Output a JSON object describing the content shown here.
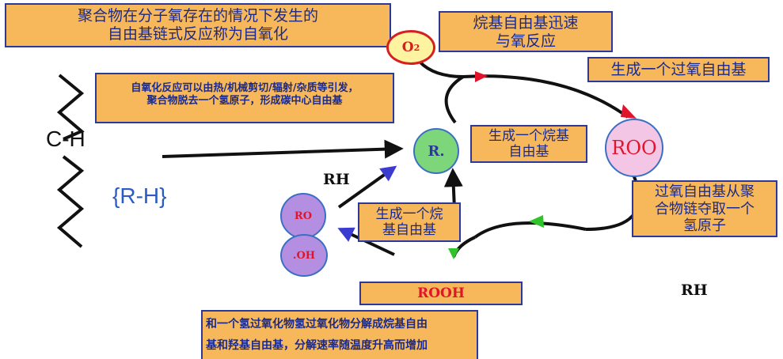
{
  "title_box": {
    "line1": "聚合物在分子氧存在的情况下发生的",
    "line2": "自由基链式反应称为自氧化"
  },
  "alkyl_o2_box": {
    "line1": "烷基自由基迅速",
    "line2": "与氧反应"
  },
  "peroxy_box": {
    "text": "生成一个过氧自由基"
  },
  "initiation_box": {
    "line1": "自氧化反应可以由热/机械剪切/辐射/杂质等引发，",
    "line2": "聚合物脱去一个氢原子，形成碳中心自由基"
  },
  "alkyl_radical_box": {
    "line1": "生成一个烷基",
    "line2": "自由基"
  },
  "h_abstraction_box": {
    "line1": "过氧自由基从聚",
    "line2": "合物链夺取一个",
    "line3": "氢原子"
  },
  "alkyl_radical_box_2": {
    "line1": "生成一个烷",
    "line2": "基自由基"
  },
  "rooh_box": {
    "text": "ROOH"
  },
  "decomposition_box": {
    "line1": "和一个氢过氧化物氢过氧化物分解成烷基自由",
    "line2": "基和羟基自由基，分解速率随温度升高而增加"
  },
  "nodes": {
    "o2": "O",
    "o2_sub": "2",
    "r": "R.",
    "roo": "ROO",
    "ro": "RO",
    "oh": ".OH"
  },
  "labels": {
    "ch": "C-H",
    "rh_formula": "R-H",
    "rh_left": "RH",
    "rh_right": "RH"
  },
  "colors": {
    "box_fill": "#f6b85a",
    "box_border": "#2b3a9a",
    "o2_fill": "#fdf3a0",
    "r_fill": "#7ed67a",
    "roo_fill": "#f4c6e6",
    "ro_fill": "#b48ee0",
    "arrow_red": "#e0152c",
    "arrow_green": "#2fc42a",
    "arrow_blue": "#3b3bd0"
  }
}
